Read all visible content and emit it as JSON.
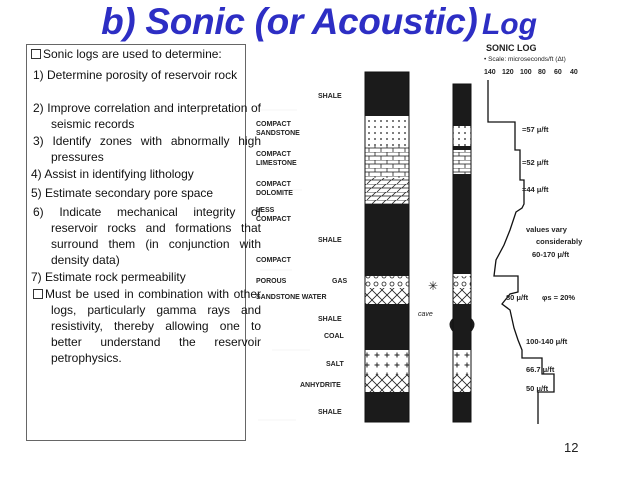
{
  "slide": {
    "title_main": "b) Sonic (or Acoustic)",
    "title_log": "Log",
    "page_number": "12"
  },
  "bullets": {
    "intro": "Sonic logs are used to determine:",
    "items": [
      "1) Determine porosity of reservoir rock",
      "2) Improve correlation and interpretation of seismic records",
      "3) Identify zones with abnormally high pressures",
      "4) Assist in identifying lithology",
      "5) Estimate secondary pore space",
      "6) Indicate mechanical integrity of reservoir rocks and formations that surround them (in conjunction with density data)",
      "7) Estimate rock permeability"
    ],
    "closing": "Must be used in combination with other logs, particularly gamma rays and resistivity, thereby allowing one to better understand the reservoir petrophysics."
  },
  "figure": {
    "header": "SONIC LOG",
    "scale_label": "• Scale: microseconds/ft (Δt)",
    "scale_ticks": [
      "140",
      "120",
      "100",
      "80",
      "60",
      "40"
    ],
    "lithology": {
      "shale1": "SHALE",
      "compact_sandstone": "COMPACT\nSANDSTONE",
      "compact_limestone": "COMPACT\nLIMESTONE",
      "compact_dolomite": "COMPACT\nDOLOMITE",
      "less_compact": "LESS\nCOMPACT",
      "shale2": "SHALE",
      "compact": "COMPACT",
      "porous": "POROUS",
      "gas": "GAS",
      "sandstone_water": "SANDSTONE WATER",
      "shale3": "SHALE",
      "coal": "COAL",
      "salt": "SALT",
      "anhydrite": "ANHYDRITE",
      "shale4": "SHALE",
      "cave": "cave"
    },
    "readings": {
      "r57": "=57 μ/ft",
      "r52": "=52 μ/ft",
      "r44": "=44 μ/ft",
      "values_vary": "values vary",
      "considerably": "considerably",
      "r60_170": "60-170 μ/ft",
      "r80": "80 μ/ft",
      "phi": "φs = 20%",
      "r100_140": "100-140 μ/ft",
      "r667": "66.7 μ/ft",
      "r50": "50 μ/ft"
    }
  }
}
